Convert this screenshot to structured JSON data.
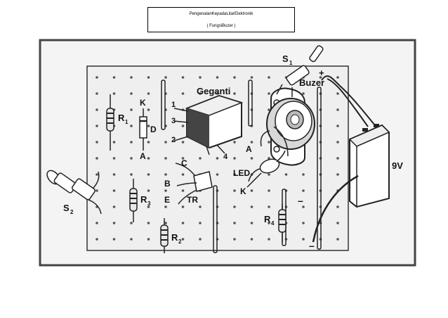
{
  "header": {
    "title": "PengenalanKepadaLitarElektronik",
    "subtitle": "( FungsiBuzer )"
  },
  "diagram": {
    "labels": {
      "s1": "S",
      "s1_sub": "1",
      "s2": "S",
      "s2_sub": "2",
      "buzer": "Buzer",
      "plus": "+",
      "geganti": "Geganti",
      "pin1": "1",
      "pin2": "2",
      "pin3": "3",
      "pin4": "4",
      "r1": "R",
      "r1_sub": "1",
      "r2": "R",
      "r2_sub": "2",
      "r3": "R",
      "r3_sub": "3",
      "r4": "R",
      "r4_sub": "4",
      "diode_k": "K",
      "diode_d": "D",
      "diode_a": "A",
      "tr_c": "C",
      "tr_b": "B",
      "tr_e": "E",
      "tr": "TR",
      "led_a": "A",
      "led": "LED",
      "led_k": "K",
      "battery": "9V",
      "minus1": "–",
      "minus2": "–"
    }
  }
}
